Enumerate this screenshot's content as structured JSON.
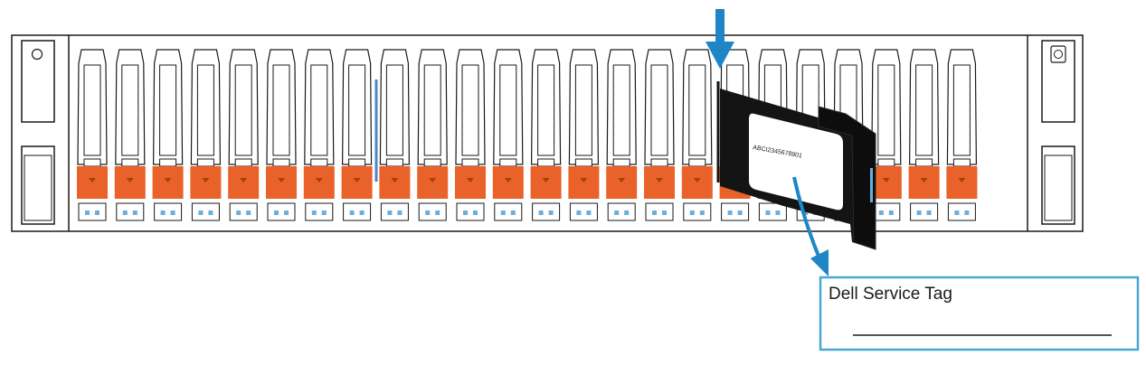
{
  "colors": {
    "outline": "#1a1a1a",
    "latch": "#e8622a",
    "led": "#6aaee0",
    "arrow": "#1f86c5",
    "callout_border": "#49a7d6",
    "tag_body": "#141414",
    "tag_label_fill": "#ffffff",
    "slot_marker": "#4d86c2"
  },
  "drive_bays": {
    "count": 24,
    "latch_color": "orange",
    "status_leds_per_bay": 2
  },
  "ear_icons": [
    "power-button-icon",
    "status-indicator-icon"
  ],
  "service_tag": {
    "label_text": "ABCI2345678901"
  },
  "callout": {
    "text": "Dell Service Tag"
  },
  "arrows": [
    "pull-down-arrow",
    "pull-out-arrow"
  ]
}
